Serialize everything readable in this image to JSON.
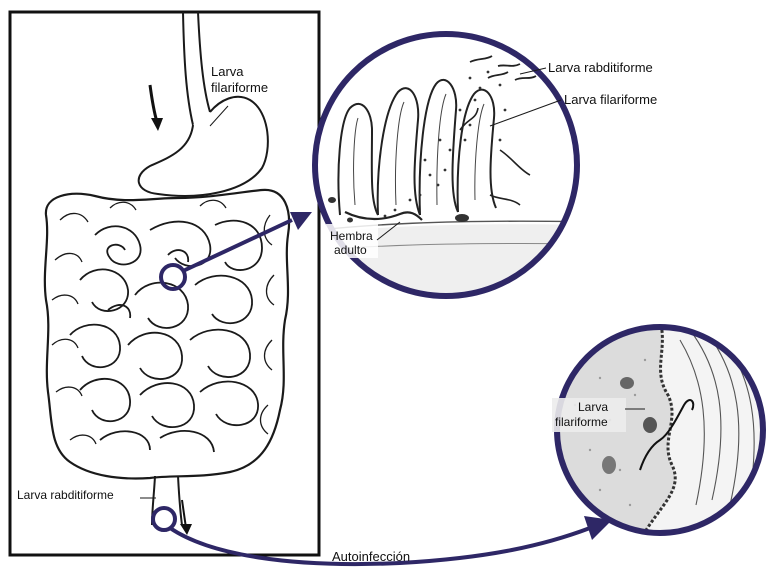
{
  "labels": {
    "stomach_larva_line1": "Larva",
    "stomach_larva_line2": "filariforme",
    "zoom1_rhabditiform": "Larva rabditiforme",
    "zoom1_filariform": "Larva filariforme",
    "zoom1_female_line1": "Hembra",
    "zoom1_female_line2": "adulto",
    "anus_rhabditiform": "Larva rabditiforme",
    "zoom2_filariform_line1": "Larva",
    "zoom2_filariform_line2": "filariforme",
    "autoinfection": "Autoinfección"
  },
  "colors": {
    "circle_stroke": "#2e2766",
    "frame_stroke": "#111111",
    "ink": "#1a1a1a",
    "tissue_fill": "#d8d8d8"
  }
}
